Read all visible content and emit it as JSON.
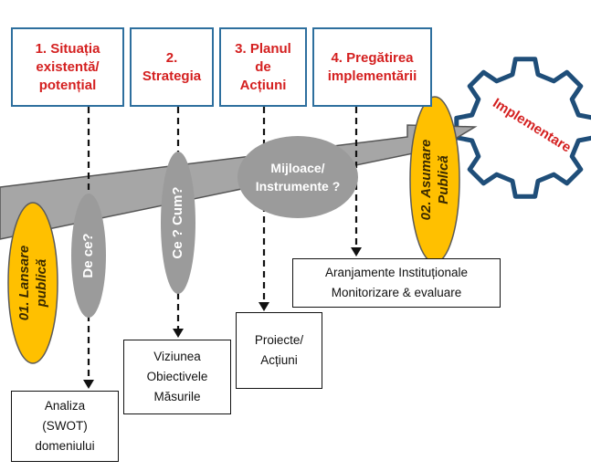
{
  "phases": [
    {
      "label": "1. Situația\nexistentă/\npotențial"
    },
    {
      "label": "2.\nStrategia"
    },
    {
      "label": "3. Planul\nde\nAcțiuni"
    },
    {
      "label": "4. Pregătirea\nimplementării"
    }
  ],
  "outputs": [
    {
      "label": "Analiza\n(SWOT)\ndomeniului"
    },
    {
      "label": "Viziunea\nObiectivele\nMăsurile"
    },
    {
      "label": "Proiecte/\nAcțiuni"
    },
    {
      "label": "Aranjamente Instituționale\nMonitorizare & evaluare"
    }
  ],
  "questions": {
    "de_ce": "De ce?",
    "ce_cum": "Ce ?  Cum?",
    "mijloace": "Mijloace/\nInstrumente ?"
  },
  "milestones": {
    "lansare": "01. Lansare\npublică",
    "asumare": "02. Asumare\nPublică"
  },
  "gear_label": "Implementare",
  "colors": {
    "phase_border": "#2e6f9e",
    "phase_text": "#d42020",
    "arrow_fill": "#a6a6a6",
    "question_fill": "#9b9b9b",
    "milestone_fill": "#ffc000",
    "gear_stroke": "#1f4e79"
  }
}
